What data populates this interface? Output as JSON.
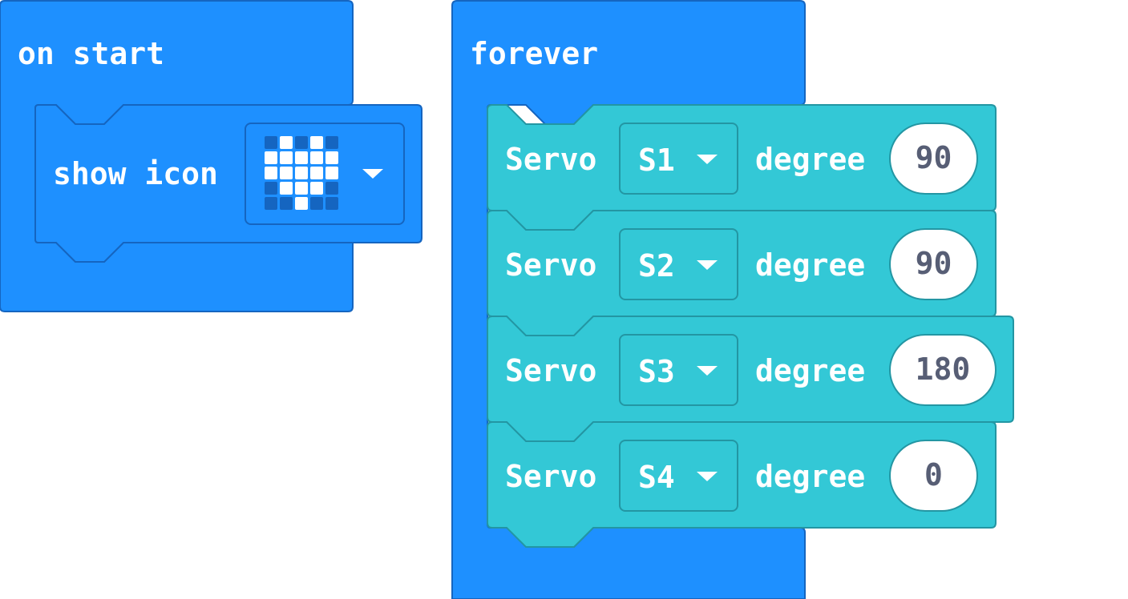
{
  "colors": {
    "loops_blue": "#1e90ff",
    "servo_teal": "#33c8d6",
    "value_text": "#575e75"
  },
  "on_start": {
    "label": "on start",
    "show_icon": {
      "label": "show icon",
      "icon_name": "heart-icon",
      "grid": [
        [
          0,
          1,
          0,
          1,
          0
        ],
        [
          1,
          1,
          1,
          1,
          1
        ],
        [
          1,
          1,
          1,
          1,
          1
        ],
        [
          0,
          1,
          1,
          1,
          0
        ],
        [
          0,
          0,
          1,
          0,
          0
        ]
      ]
    }
  },
  "forever": {
    "label": "forever",
    "servo_blocks": [
      {
        "label": "Servo",
        "port": "S1",
        "degree_label": "degree",
        "value": "90"
      },
      {
        "label": "Servo",
        "port": "S2",
        "degree_label": "degree",
        "value": "90"
      },
      {
        "label": "Servo",
        "port": "S3",
        "degree_label": "degree",
        "value": "180"
      },
      {
        "label": "Servo",
        "port": "S4",
        "degree_label": "degree",
        "value": "0"
      }
    ]
  }
}
